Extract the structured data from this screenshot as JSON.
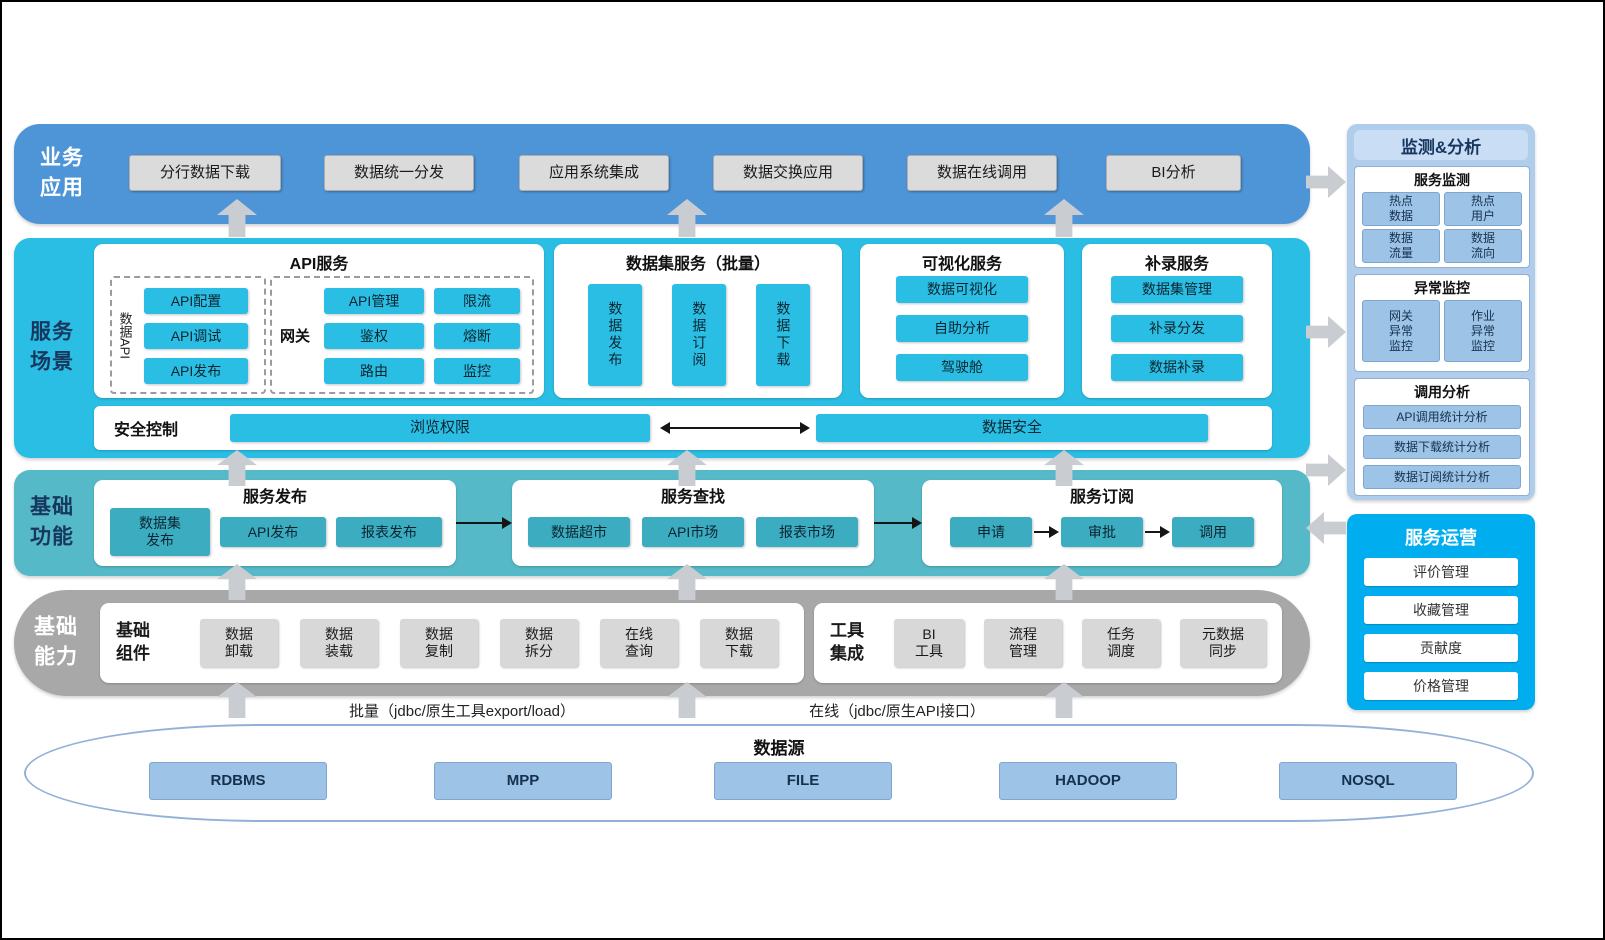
{
  "layers": {
    "business": {
      "label": "业务\n应用",
      "items": [
        "分行数据下载",
        "数据统一分发",
        "应用系统集成",
        "数据交换应用",
        "数据在线调用",
        "BI分析"
      ]
    },
    "service": {
      "label": "服务\n场景",
      "api": {
        "title": "API服务",
        "data_api_label": "数据API",
        "data_api_items": [
          "API配置",
          "API调试",
          "API发布"
        ],
        "gateway_label": "网关",
        "gateway_items": [
          "API管理",
          "限流",
          "鉴权",
          "熔断",
          "路由",
          "监控"
        ]
      },
      "dataset": {
        "title": "数据集服务（批量）",
        "items": [
          "数据发布",
          "数据订阅",
          "数据下载"
        ]
      },
      "visual": {
        "title": "可视化服务",
        "items": [
          "数据可视化",
          "自助分析",
          "驾驶舱"
        ]
      },
      "supplement": {
        "title": "补录服务",
        "items": [
          "数据集管理",
          "补录分发",
          "数据补录"
        ]
      },
      "security": {
        "title": "安全控制",
        "left": "浏览权限",
        "right": "数据安全"
      }
    },
    "function": {
      "label": "基础\n功能",
      "publish": {
        "title": "服务发布",
        "items": [
          "数据集\n发布",
          "API发布",
          "报表发布"
        ]
      },
      "search": {
        "title": "服务查找",
        "items": [
          "数据超市",
          "API市场",
          "报表市场"
        ]
      },
      "subscribe": {
        "title": "服务订阅",
        "items": [
          "申请",
          "审批",
          "调用"
        ]
      }
    },
    "ability": {
      "label": "基础\n能力",
      "components": {
        "title": "基础\n组件",
        "items": [
          "数据\n卸载",
          "数据\n装载",
          "数据\n复制",
          "数据\n拆分",
          "在线\n查询",
          "数据\n下载"
        ]
      },
      "tools": {
        "title": "工具\n集成",
        "items": [
          "BI\n工具",
          "流程\n管理",
          "任务\n调度",
          "元数据\n同步"
        ]
      }
    },
    "datasource": {
      "title": "数据源",
      "batch_label": "批量（jdbc/原生工具export/load）",
      "online_label": "在线（jdbc/原生API接口）",
      "items": [
        "RDBMS",
        "MPP",
        "FILE",
        "HADOOP",
        "NOSQL"
      ]
    }
  },
  "right": {
    "monitor": {
      "title": "监测&分析",
      "sections": {
        "service": {
          "title": "服务监测",
          "items": [
            "热点\n数据",
            "热点\n用户",
            "数据\n流量",
            "数据\n流向"
          ]
        },
        "exception": {
          "title": "异常监控",
          "items": [
            "网关\n异常\n监控",
            "作业\n异常\n监控"
          ]
        },
        "analysis": {
          "title": "调用分析",
          "items": [
            "API调用统计分析",
            "数据下载统计分析",
            "数据订阅统计分析"
          ]
        }
      }
    },
    "operation": {
      "title": "服务运营",
      "items": [
        "评价管理",
        "收藏管理",
        "贡献度",
        "价格管理"
      ]
    }
  },
  "colors": {
    "business_blue": "#4E95D8",
    "service_cyan": "#2BBEE4",
    "function_teal": "#55B9C7",
    "ability_gray": "#A8A8A8",
    "light_blue_button": "#9DC3E6",
    "monitor_panel": "#B0CDEB",
    "operation_blue": "#00AEEF",
    "gray_button": "#DBDBDB"
  }
}
